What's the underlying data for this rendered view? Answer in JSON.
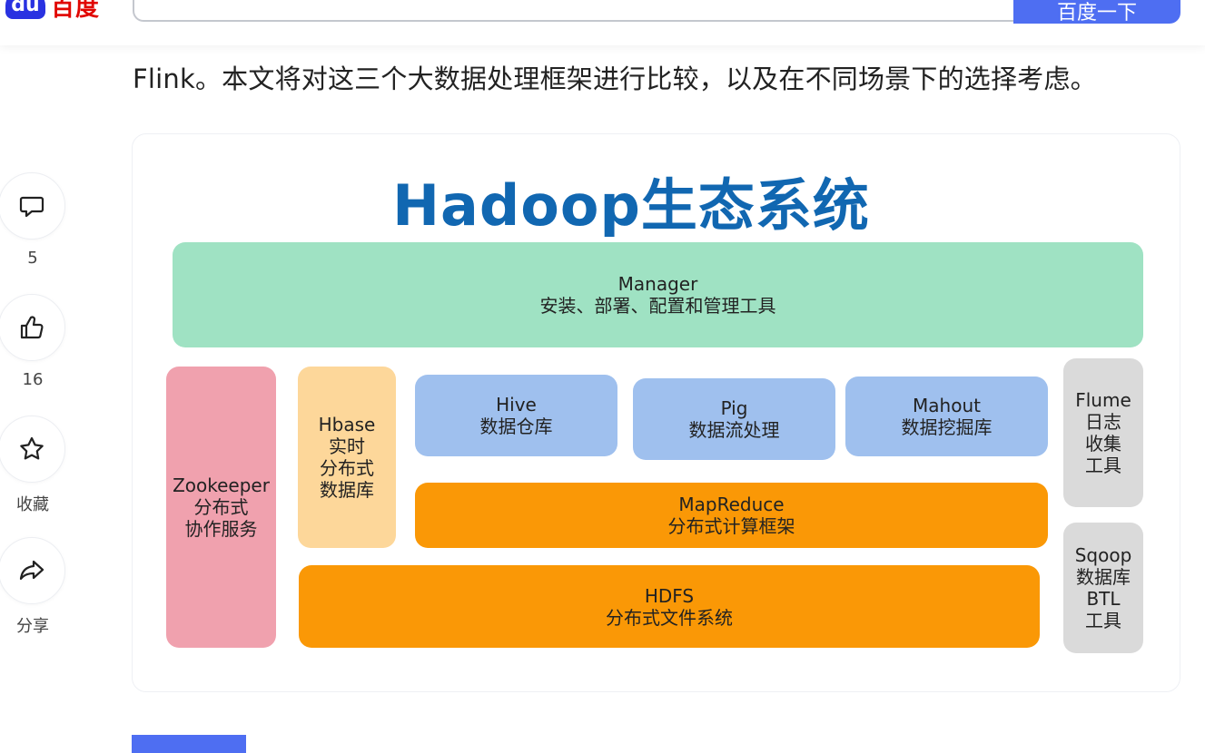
{
  "header": {
    "logo_du": "du",
    "logo_text": "百度",
    "search_button_label": "百度一下"
  },
  "article": {
    "lead_text": "Flink。本文将对这三个大数据处理框架进行比较，以及在不同场景下的选择考虑。"
  },
  "rail": {
    "comment_count": "5",
    "like_count": "16",
    "favorite_label": "收藏",
    "share_label": "分享"
  },
  "diagram": {
    "title": "Hadoop生态系统",
    "manager": {
      "name": "Manager",
      "desc": "安装、部署、配置和管理工具"
    },
    "zookeeper": {
      "name": "Zookeeper",
      "line1": "分布式",
      "line2": "协作服务"
    },
    "hbase": {
      "name": "Hbase",
      "line1": "实时",
      "line2": "分布式",
      "line3": "数据库"
    },
    "hive": {
      "name": "Hive",
      "desc": "数据仓库"
    },
    "pig": {
      "name": "Pig",
      "desc": "数据流处理"
    },
    "mahout": {
      "name": "Mahout",
      "desc": "数据挖掘库"
    },
    "mapreduce": {
      "name": "MapReduce",
      "desc": "分布式计算框架"
    },
    "hdfs": {
      "name": "HDFS",
      "desc": "分布式文件系统"
    },
    "flume": {
      "name": "Flume",
      "line1": "日志",
      "line2": "收集",
      "line3": "工具"
    },
    "sqoop": {
      "name": "Sqoop",
      "line1": "数据库",
      "line2": "BTL",
      "line3": "工具"
    }
  },
  "colors": {
    "brand_blue": "#4e6ef2",
    "title_blue": "#1167b1",
    "green": "#9fe2c3",
    "pink": "#f0a1ae",
    "peach": "#fdd79a",
    "blue": "#9fc0ee",
    "orange": "#fa9806",
    "gray": "#dadada"
  }
}
